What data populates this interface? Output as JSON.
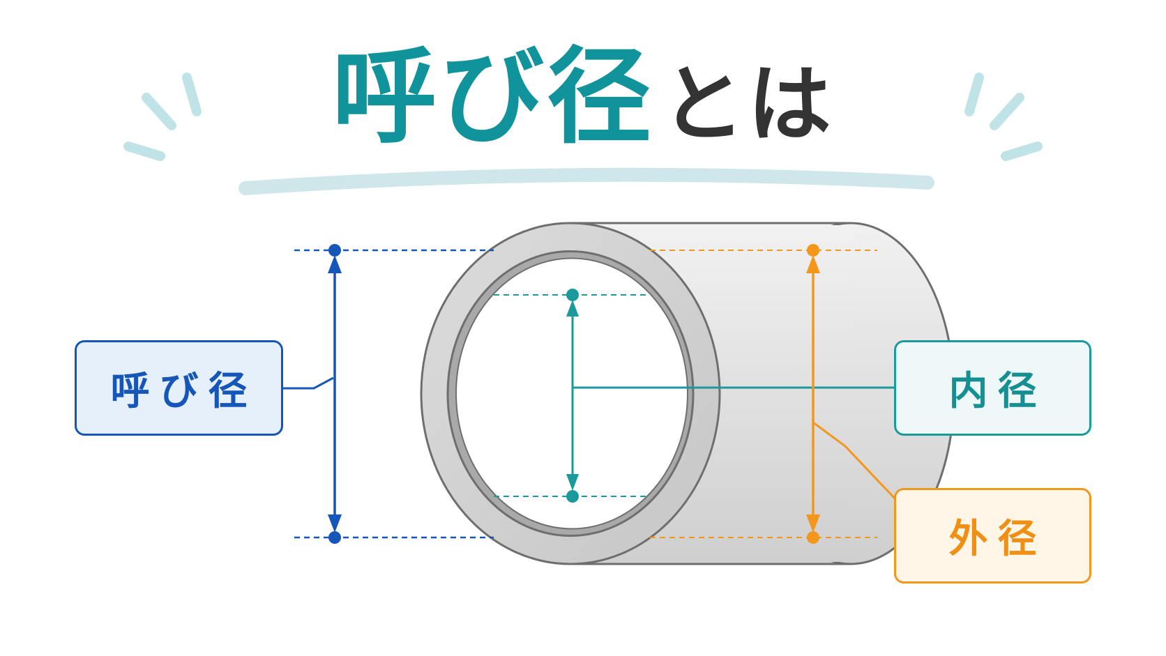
{
  "title": {
    "main": "呼び径",
    "suffix": "とは"
  },
  "labels": {
    "nominal": "呼び径",
    "inner": "内径",
    "outer": "外径"
  },
  "colors": {
    "title_teal": "#10939a",
    "title_dark": "#333333",
    "nominal_blue": "#1656b8",
    "inner_teal": "#1a9a9c",
    "outer_orange": "#f2961c",
    "pipe_gray": "#d8d8d8",
    "accent_light": "#bfe3e6"
  }
}
